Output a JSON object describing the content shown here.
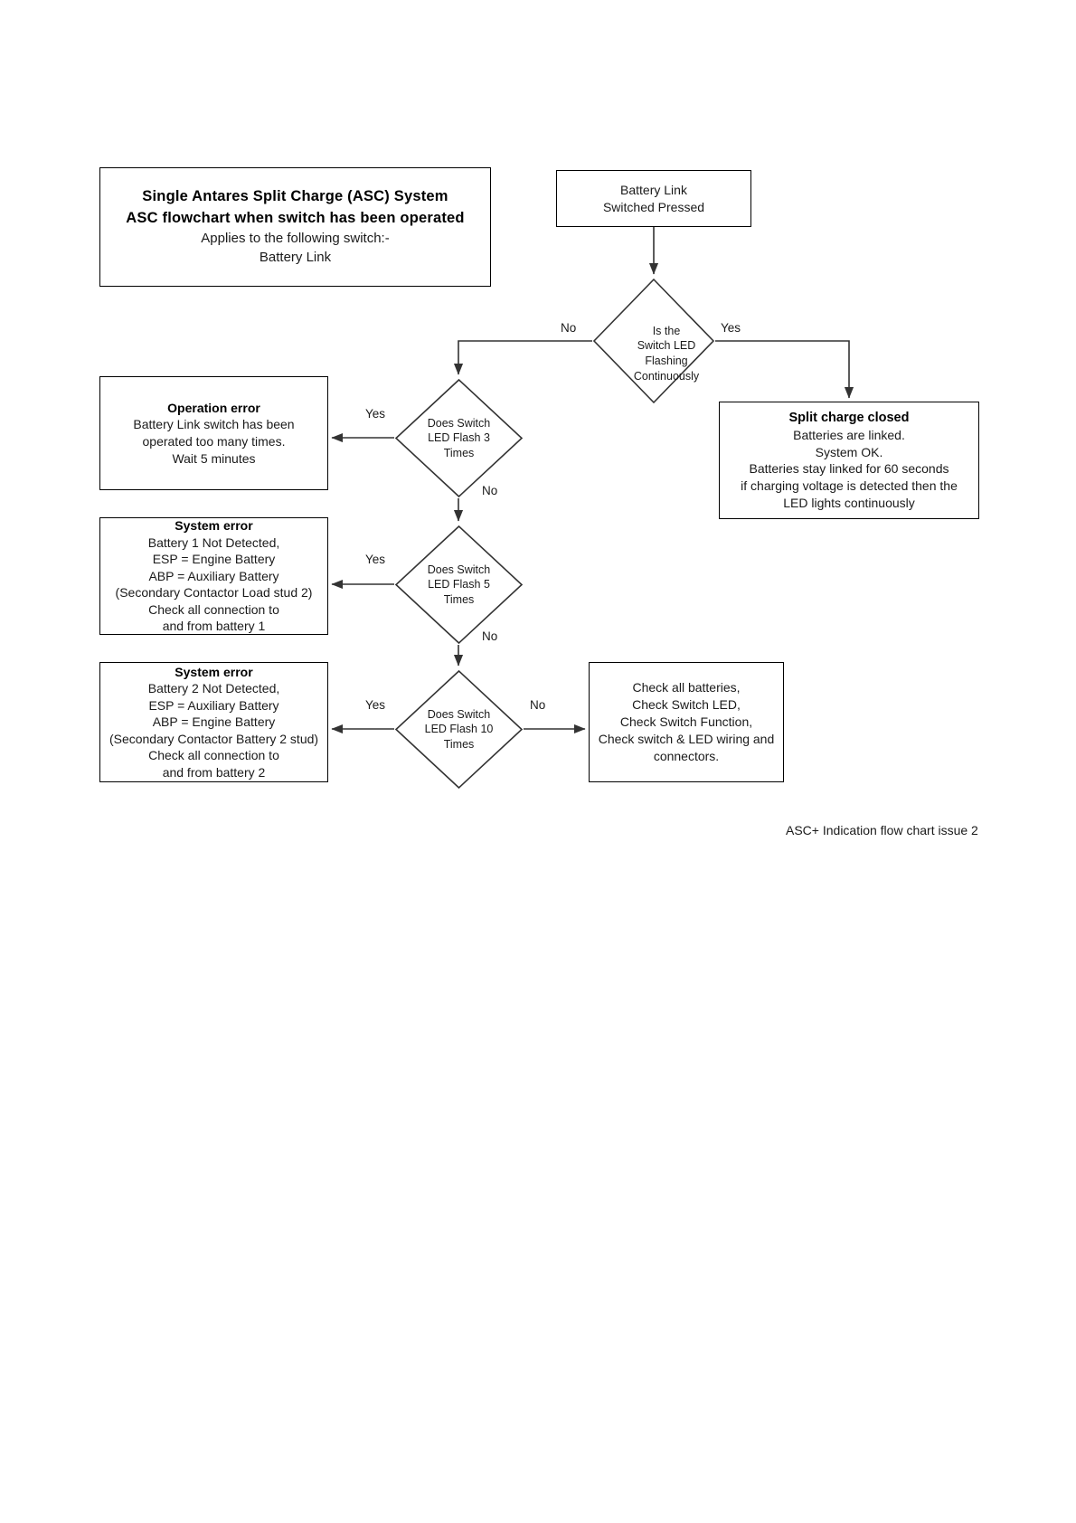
{
  "document": {
    "footer_note": "ASC+ Indication flow chart issue 2"
  },
  "title_block": {
    "line1": "Single Antares Split Charge (ASC) System",
    "line2": "ASC flowchart when switch has been operated",
    "line3": "Applies to the following switch:-",
    "line4": "Battery Link"
  },
  "nodes": {
    "start": {
      "line1": "Battery Link",
      "line2": "Switched Pressed"
    },
    "decision_flashing": {
      "line1": "Is the",
      "line2": "Switch LED",
      "line3": "Flashing",
      "line4": "Continuously"
    },
    "split_charge_closed": {
      "line1": "Split charge closed",
      "line2": "Batteries are linked.",
      "line3": "System OK.",
      "line4": "Batteries stay linked for 60 seconds",
      "line5": "if charging voltage is detected then the",
      "line6": "LED lights continuously"
    },
    "decision_flash3": {
      "line1": "Does Switch",
      "line2": "LED Flash 3",
      "line3": "Times"
    },
    "operation_error": {
      "line1": "Operation error",
      "line2": "Battery Link switch has been",
      "line3": "operated too many times.",
      "line4": "Wait 5 minutes"
    },
    "decision_flash5": {
      "line1": "Does Switch",
      "line2": "LED Flash 5",
      "line3": "Times"
    },
    "system_error_1": {
      "line1": "System error",
      "line2": "Battery 1 Not Detected,",
      "line3": "ESP = Engine Battery",
      "line4": "ABP = Auxiliary Battery",
      "line5": "(Secondary Contactor Load stud 2)",
      "line6": "Check all connection to",
      "line7": "and from battery 1"
    },
    "decision_flash10": {
      "line1": "Does Switch",
      "line2": "LED Flash 10",
      "line3": "Times"
    },
    "system_error_2": {
      "line1": "System error",
      "line2": "Battery 2 Not Detected,",
      "line3": "ESP = Auxiliary Battery",
      "line4": "ABP = Engine Battery",
      "line5": "(Secondary Contactor Battery 2 stud)",
      "line6": "Check all connection to",
      "line7": "and from battery 2"
    },
    "check_all": {
      "line1": "Check all batteries,",
      "line2": "Check Switch LED,",
      "line3": "Check Switch Function,",
      "line4": "Check switch & LED wiring and",
      "line5": "connectors."
    }
  },
  "edge_labels": {
    "flashing_no": "No",
    "flashing_yes": "Yes",
    "flash3_yes": "Yes",
    "flash3_no": "No",
    "flash5_yes": "Yes",
    "flash5_no": "No",
    "flash10_yes": "Yes",
    "flash10_no": "No"
  },
  "colors": {
    "stroke": "#333333",
    "border": "#000000",
    "background": "#ffffff",
    "text": "#1a1a1a"
  }
}
